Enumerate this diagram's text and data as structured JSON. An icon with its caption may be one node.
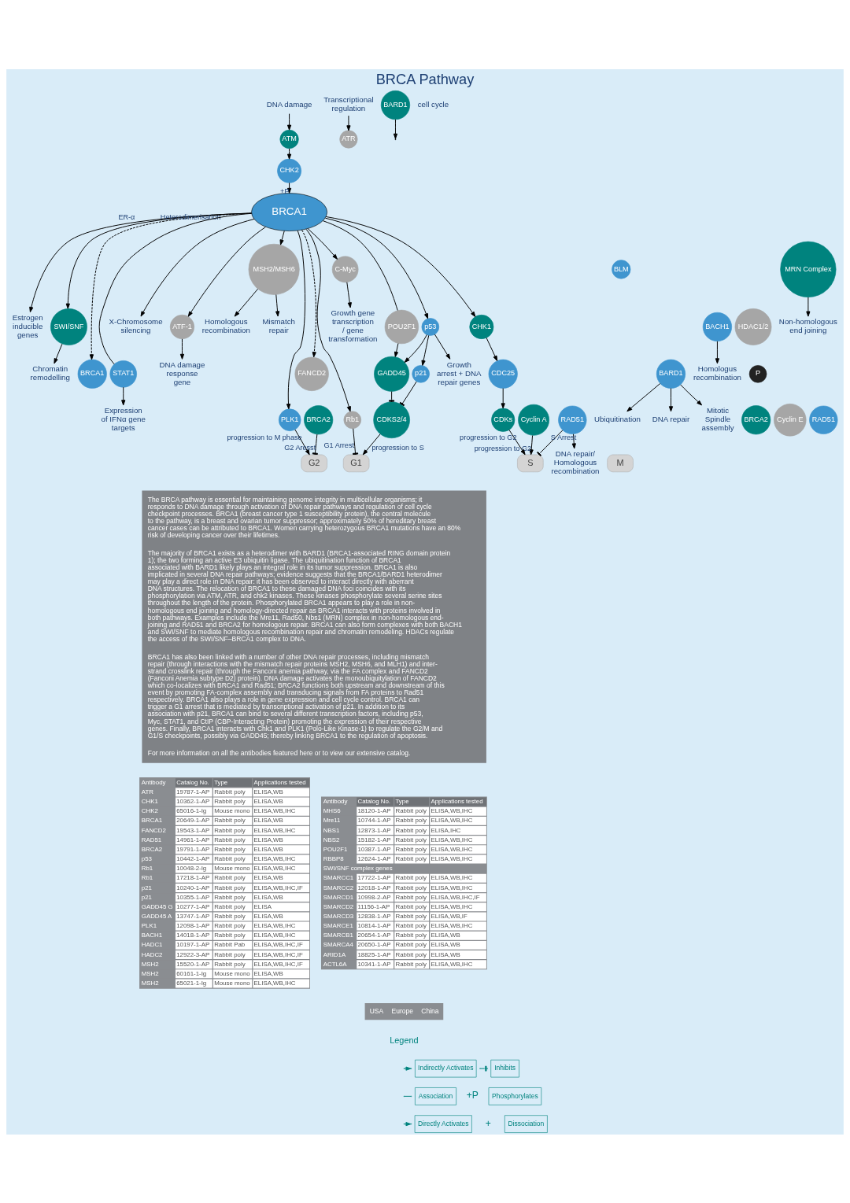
{
  "diagram": {
    "title": "BRCA Pathway",
    "nodes": [
      {
        "text": [
          "DNA damage"
        ]
      },
      {
        "text": [
          "Ubiquitination"
        ]
      },
      {
        "text": [
          "DNA repair"
        ]
      },
      {
        "text": [
          "Mitotic Spindle assembly"
        ]
      },
      {
        "text": [
          "Estrogen inducible genes"
        ]
      },
      {
        "text": [
          "Transcriptional regulation"
        ]
      },
      {
        "text": [
          "Homologus recombination"
        ]
      },
      {
        "text": [
          "BACH1"
        ]
      },
      {
        "text": [
          "HDAC1/2"
        ]
      },
      {
        "text": [
          "SWI/SNF"
        ]
      },
      {
        "text": [
          "Chromatin remodelling"
        ]
      },
      {
        "text": [
          "BARD1"
        ]
      },
      {
        "text": [
          "BRCA1"
        ]
      },
      {
        "text": [
          "ATM"
        ]
      },
      {
        "text": [
          "ATR"
        ]
      },
      {
        "text": [
          "Expression of IFNα gene targets"
        ]
      },
      {
        "text": [
          "STAT1"
        ]
      },
      {
        "text": [
          "Mismatch repair"
        ]
      },
      {
        "text": [
          "X-Chromosome silencing"
        ]
      },
      {
        "text": [
          "Homologous recombination"
        ]
      },
      {
        "text": [
          "CHK2"
        ]
      },
      {
        "text": [
          "BARD1"
        ]
      },
      {
        "text": [
          "ATF-1"
        ]
      },
      {
        "text": [
          "DNA damage response gene"
        ]
      },
      {
        "text": [
          "BLM"
        ]
      },
      {
        "text": [
          "MSH2/MSH6"
        ]
      },
      {
        "text": [
          "MRN Complex"
        ]
      },
      {
        "text": [
          "Non-homologous end joining"
        ]
      },
      {
        "text": [
          "BRCA1"
        ]
      },
      {
        "text": [
          "PLK1"
        ]
      },
      {
        "text": [
          "POU2F1"
        ]
      },
      {
        "text": [
          "BRCA2"
        ]
      },
      {
        "text": [
          "RAD51"
        ]
      },
      {
        "text": [
          "FANCD2"
        ]
      },
      {
        "text": [
          "C-Myc"
        ]
      },
      {
        "text": [
          "CHK1"
        ]
      },
      {
        "text": [
          "Rb1"
        ]
      },
      {
        "text": [
          "p53"
        ]
      },
      {
        "text": [
          "Growth gene transcription / gene transformation"
        ]
      },
      {
        "text": [
          "CDC25"
        ]
      },
      {
        "text": [
          "P"
        ]
      },
      {
        "text": [
          "GADD45"
        ]
      },
      {
        "text": [
          "Growth arrest + DNA repair genes"
        ]
      },
      {
        "text": [
          "DNA repair/ Homologous recombination"
        ]
      },
      {
        "text": [
          "Cyclin E"
        ]
      },
      {
        "text": [
          "CDKS2/4"
        ]
      },
      {
        "text": [
          "Cyclin A"
        ]
      },
      {
        "text": [
          "CDKs"
        ]
      },
      {
        "text": [
          "p21"
        ]
      },
      {
        "text": [
          "cell cycle"
        ]
      },
      {
        "text": [
          "G1"
        ]
      },
      {
        "text": [
          "S"
        ]
      },
      {
        "text": [
          "G2"
        ]
      },
      {
        "text": [
          "M"
        ]
      },
      {
        "text": [
          "BRCA2"
        ]
      },
      {
        "text": [
          "RAD51"
        ]
      }
    ],
    "edges": [
      {
        "from": 0,
        "to": 13,
        "arrow": "to"
      },
      {
        "from": 5,
        "to": 14,
        "arrow": "to"
      },
      {
        "from": 13,
        "to": 20,
        "arrow": "to"
      },
      {
        "from": 20,
        "to": 28,
        "arrow": "to",
        "label": "+P"
      },
      {
        "from": 28,
        "to": 4,
        "arrow": "to",
        "label": "ER-α"
      },
      {
        "from": 28,
        "to": 12,
        "arrow": "to",
        "label": "Heterodimerisation",
        "style": "dashed"
      },
      {
        "from": 21,
        "to": null,
        "arrow": "to"
      },
      {
        "from": 11,
        "to": 1,
        "arrow": "to"
      },
      {
        "from": 11,
        "to": 2,
        "arrow": "to"
      },
      {
        "from": 11,
        "to": 3,
        "arrow": "to"
      },
      {
        "from": 28,
        "to": 18,
        "arrow": "to"
      },
      {
        "from": 28,
        "to": 16,
        "arrow": "none"
      },
      {
        "from": 16,
        "to": 15,
        "arrow": "to"
      },
      {
        "from": 28,
        "to": 9,
        "arrow": "to"
      },
      {
        "from": 7,
        "to": 6,
        "arrow": "to"
      },
      {
        "from": 9,
        "to": 10,
        "arrow": "to"
      },
      {
        "from": 28,
        "to": 22,
        "arrow": "to"
      },
      {
        "from": 22,
        "to": 23,
        "arrow": "to"
      },
      {
        "from": 28,
        "to": 25,
        "arrow": "to"
      },
      {
        "from": 25,
        "to": 17,
        "arrow": "to"
      },
      {
        "from": 25,
        "to": 19,
        "arrow": "to"
      },
      {
        "from": 26,
        "to": 27,
        "arrow": "to"
      },
      {
        "from": 28,
        "to": 29,
        "arrow": "to"
      },
      {
        "from": 28,
        "to": 36,
        "arrow": "to"
      },
      {
        "from": 28,
        "to": 37,
        "arrow": "to"
      },
      {
        "from": 28,
        "to": 30,
        "arrow": "none"
      },
      {
        "from": 28,
        "to": 33,
        "arrow": "to",
        "style": "dashed"
      },
      {
        "from": 28,
        "to": 34,
        "arrow": "to"
      },
      {
        "from": 28,
        "to": 35,
        "arrow": "to"
      },
      {
        "from": 34,
        "to": 38,
        "arrow": "to"
      },
      {
        "from": 35,
        "to": 39,
        "arrow": "to"
      },
      {
        "from": 39,
        "to": 47,
        "arrow": "to"
      },
      {
        "from": 47,
        "to": 51,
        "arrow": "to",
        "label": "progression to G2"
      },
      {
        "from": 29,
        "to": 52,
        "arrow": "to",
        "label": "progression to M phase"
      },
      {
        "from": 54,
        "to": 52,
        "arrow": "other",
        "label": "G2 Aresst"
      },
      {
        "from": 36,
        "to": 50,
        "arrow": "other",
        "label": "G1 Arrest"
      },
      {
        "from": 37,
        "to": 48,
        "arrow": "to"
      },
      {
        "from": 37,
        "to": 41,
        "arrow": "to"
      },
      {
        "from": 37,
        "to": 42,
        "arrow": "to"
      },
      {
        "from": 30,
        "to": 41,
        "arrow": "to"
      },
      {
        "from": 41,
        "to": 45,
        "arrow": "other"
      },
      {
        "from": 48,
        "to": 45,
        "arrow": "other"
      },
      {
        "from": 45,
        "to": 50,
        "arrow": "to",
        "label": "progression to S"
      },
      {
        "from": 46,
        "to": 51,
        "arrow": "to",
        "label": "progression to G2"
      },
      {
        "from": 32,
        "to": 51,
        "arrow": "other",
        "label": "S Arrest"
      },
      {
        "from": 32,
        "to": 43,
        "arrow": "to"
      }
    ],
    "labels": [
      "The BRCA pathway is essential for maintaining genome integrity in multicellular organisms; it responds to DNA damage through activation of DNA repair pathways and regulation of cell cycle checkpoint processes. BRCA1 (breast cancer type 1 susceptibility protein), the central molecule to the pathway, is a breast and ovarian tumor suppressor; approximately 50% of hereditary breast cancer cases can be attributed to BRCA1. Women carrying heterozygous BRCA1 mutations have an 80% risk of developing cancer over their lifetimes.",
      "The majority of BRCA1 exists as a heterodimer with BARD1 (BRCA1-associated RING domain protein 1); the two forming an active E3 ubiquitin ligase. The ubiquitination function of BRCA1 associated with BARD1 likely plays an integral role in its tumor suppression. BRCA1 is also implicated in several DNA repair pathways; evidence suggests that the BRCA1/BARD1 heterodimer may play a direct role in DNA repair: it has been observed to interact directly with aberrant DNA structures. The relocation of BRCA1 to these damaged DNA foci coincides with its phosphorylation via ATM, ATR, and chk2 kinases. These kinases phosphorylate several serine sites throughout the length of the protein. Phosphorylated BRCA1 appears to play a role in non-homologous end joining and homology-directed repair as BRCA1 interacts with proteins involved in both pathways. Examples include the Mre11, Rad50, Nbs1 (MRN) complex in non-homologous end-joining and RAD51 and BRCA2 for homologous repair. BRCA1 can also form complexes with both BACH1 and SWI/SNF to mediate homologous recombination repair and chromatin remodeling. HDACs regulate the access of the SWI/SNF–BRCA1 complex to DNA.",
      "BRCA1 has also been linked with a number of other DNA repair processes, including mismatch repair (through interactions with the mismatch repair proteins MSH2, MSH6, and MLH1) and inter-strand crosslink repair (through the Fanconi anemia pathway, via the FA complex and FANCD2 (Fanconi Anemia subtype D2) protein). DNA damage activates the monoubiquitylation of FANCD2 which co-localizes with BRCA1 and Rad51; BRCA2 functions both upstream and downstream of this event by promoting FA-complex assembly and transducing signals from FA proteins to Rad51 respectively. BRCA1 also plays a role in gene expression and cell cycle control. BRCA1 can trigger a G1 arrest that is mediated by transcriptional activation of p21. In addition to its association with p21, BRCA1 can bind to several different transcription factors, including p53, Myc, STAT1, and CtIP (CBP-Interacting Protein) promoting the expression of their respective genes. Finally, BRCA1 interacts with Chk1 and PLK1 (Polo-Like Kinase-1) to regulate the G2/M and G1/S checkpoints, possibly via GADD45; thereby linking BRCA1 to the regulation of apoptosis.",
      "For more information on all the antibodies featured here or to view our extensive catalog.",
      "Antibody",
      "Catalog No.",
      "Type",
      "Applications tested",
      "ATR",
      "19787-1-AP",
      "Rabbit poly",
      "ELISA,WB",
      "CHK1",
      "10362-1-AP",
      "Rabbit poly",
      "ELISA,WB",
      "CHK2",
      "65016-1-Ig",
      "Mouse mono",
      "ELISA,WB,IHC",
      "BRCA1",
      "20649-1-AP",
      "Rabbit poly",
      "ELISA,WB",
      "FANCD2",
      "19543-1-AP",
      "Rabbit poly",
      "ELISA,WB,IHC",
      "RAD51",
      "14961-1-AP",
      "Rabbit poly",
      "ELISA,WB",
      "BRCA2",
      "19791-1-AP",
      "Rabbit poly",
      "ELISA,WB",
      "p53",
      "10442-1-AP",
      "Rabbit poly",
      "ELISA,WB,IHC",
      "Rb1",
      "10048-2-Ig",
      "Mouse mono",
      "ELISA,WB,IHC",
      "Rb1",
      "17218-1-AP",
      "Rabbit poly",
      "ELISA,WB",
      "p21",
      "10240-1-AP",
      "Rabbit poly",
      "ELISA,WB,IHC,IF",
      "p21",
      "10355-1-AP",
      "Rabbit poly",
      "ELISA,WB",
      "GADD45 G",
      "10277-1-AP",
      "Rabbit poly",
      "ELISA",
      "GADD45 A",
      "13747-1-AP",
      "Rabbit poly",
      "ELISA,WB",
      "PLK1",
      "12098-1-AP",
      "Rabbit poly",
      "ELISA,WB,IHC",
      "BACH1",
      "14018-1-AP",
      "Rabbit poly",
      "ELISA,WB,IHC",
      "HADC1",
      "10197-1-AP",
      "Rabbit Pab",
      "ELISA,WB,IHC,IF",
      "HADC2",
      "12922-3-AP",
      "Rabbit poly",
      "ELISA,WB,IHC,IF",
      "MSH2",
      "15520-1-AP",
      "Rabbit poly",
      "ELISA,WB,IHC,IF",
      "MSH2",
      "60161-1-Ig",
      "Mouse mono",
      "ELISA,WB",
      "MSH2",
      "65021-1-Ig",
      "Mouse mono",
      "ELISA,WB,IHC",
      "Antibody",
      "Catalog No.",
      "Type",
      "Applications tested",
      "MHS6",
      "18120-1-AP",
      "Rabbit poly",
      "ELISA,WB,IHC",
      "Mre11",
      "10744-1-AP",
      "Rabbit poly",
      "ELISA,WB,IHC",
      "NBS1",
      "12873-1-AP",
      "Rabbit poly",
      "ELISA,IHC",
      "NBS2",
      "15182-1-AP",
      "Rabbit poly",
      "ELISA,WB,IHC",
      "POU2F1",
      "10387-1-AP",
      "Rabbit poly",
      "ELISA,WB,IHC",
      "RBBP8",
      "12624-1-AP",
      "Rabbit poly",
      "ELISA,WB,IHC",
      "SWI/SNF complex genes",
      "SMARCC1",
      "17722-1-AP",
      "Rabbit poly",
      "ELISA,WB,IHC",
      "SMARCC2",
      "12018-1-AP",
      "Rabbit poly",
      "ELISA,WB,IHC",
      "SMARCD1",
      "10998-2-AP",
      "Rabbit poly",
      "ELISA,WB,IHC,IF",
      "SMARCD2",
      "11156-1-AP",
      "Rabbit poly",
      "ELISA,WB,IHC",
      "SMARCD3",
      "12838-1-AP",
      "Rabbit poly",
      "ELISA,WB,IF",
      "SMARCE1",
      "10814-1-AP",
      "Rabbit poly",
      "ELISA,WB,IHC",
      "SMARCB1",
      "20654-1-AP",
      "Rabbit poly",
      "ELISA,WB",
      "SMARCA4",
      "20650-1-AP",
      "Rabbit poly",
      "ELISA,WB",
      "ARID1A",
      "18825-1-AP",
      "Rabbit poly",
      "ELISA,WB",
      "ACTL6A",
      "10341-1-AP",
      "Rabbit poly",
      "ELISA,WB,IHC",
      "Legend",
      "+P",
      "+",
      "USA",
      "Europe",
      "China"
    ],
    "legend": [
      {
        "text": "Indirectly Activates"
      },
      {
        "text": "Inhibits"
      },
      {
        "text": "Association"
      },
      {
        "text": "Phosphorylates"
      },
      {
        "text": "Directly Activates"
      },
      {
        "text": "Dissociation"
      }
    ]
  }
}
